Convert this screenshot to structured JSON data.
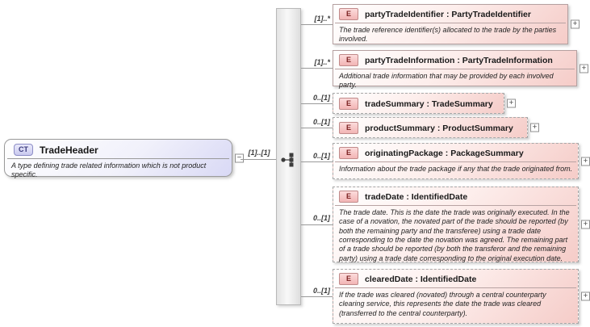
{
  "icons": {
    "collapse": "−",
    "expand": "+",
    "compositor": "sequence-icon"
  },
  "colors": {
    "element_fill": "#f5ccc8",
    "root_fill": "#d9d9f5",
    "badge_e_bg": "#f2b4b4",
    "badge_ct_bg": "#c9c9ef",
    "connector_line": "#9a9a9a",
    "bar_fill": "#e3e3e3"
  },
  "root": {
    "badge": "CT",
    "name": "TradeHeader",
    "description": "A type defining trade related information which is not product specific.",
    "cardinality": "[1]..[1]"
  },
  "compositor": {
    "type": "sequence"
  },
  "elements": [
    {
      "badge": "E",
      "title": "partyTradeIdentifier : PartyTradeIdentifier",
      "cardinality": "[1]..*",
      "description": "The trade reference identifier(s) allocated to the trade by the parties involved."
    },
    {
      "badge": "E",
      "title": "partyTradeInformation : PartyTradeInformation",
      "cardinality": "[1]..*",
      "description": "Additional trade information that may be provided by each involved party."
    },
    {
      "badge": "E",
      "title": "tradeSummary : TradeSummary",
      "cardinality": "0..[1]",
      "description": ""
    },
    {
      "badge": "E",
      "title": "productSummary : ProductSummary",
      "cardinality": "0..[1]",
      "description": ""
    },
    {
      "badge": "E",
      "title": "originatingPackage : PackageSummary",
      "cardinality": "0..[1]",
      "description": "Information about the trade package if any that the trade originated from."
    },
    {
      "badge": "E",
      "title": "tradeDate : IdentifiedDate",
      "cardinality": "0..[1]",
      "description": "The trade date. This is the date the trade was originally executed. In the case of a novation, the novated part of the trade should be reported (by both the remaining party and the transferee) using a trade date corresponding to the date the novation was agreed. The remaining part of a trade should be reported (by both the transferor and the remaining party) using a trade date corresponding to the original execution date."
    },
    {
      "badge": "E",
      "title": "clearedDate : IdentifiedDate",
      "cardinality": "0..[1]",
      "description": "If the trade was cleared (novated) through a central counterparty clearing service, this represents the date the trade was cleared (transferred to the central counterparty)."
    }
  ]
}
